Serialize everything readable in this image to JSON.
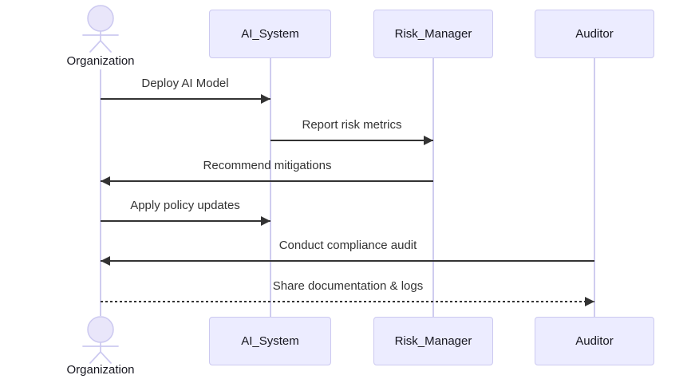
{
  "diagram_type": "sequence-diagram",
  "actors": {
    "organization": {
      "label": "Organization",
      "kind": "actor-stick-figure"
    },
    "ai_system": {
      "label": "AI_System",
      "kind": "participant-box"
    },
    "risk_manager": {
      "label": "Risk_Manager",
      "kind": "participant-box"
    },
    "auditor": {
      "label": "Auditor",
      "kind": "participant-box"
    }
  },
  "messages": [
    {
      "from": "Organization",
      "to": "AI_System",
      "text": "Deploy AI Model",
      "line": "solid",
      "arrow": "right"
    },
    {
      "from": "AI_System",
      "to": "Risk_Manager",
      "text": "Report risk metrics",
      "line": "solid",
      "arrow": "right"
    },
    {
      "from": "Risk_Manager",
      "to": "Organization",
      "text": "Recommend mitigations",
      "line": "solid",
      "arrow": "left"
    },
    {
      "from": "Organization",
      "to": "AI_System",
      "text": "Apply policy updates",
      "line": "solid",
      "arrow": "right"
    },
    {
      "from": "Auditor",
      "to": "Organization",
      "text": "Conduct compliance audit",
      "line": "solid",
      "arrow": "left"
    },
    {
      "from": "Organization",
      "to": "Auditor",
      "text": "Share documentation & logs",
      "line": "dotted",
      "arrow": "right"
    }
  ],
  "colors": {
    "actor_fill": "#ECECFF",
    "actor_border": "#CCC9F0",
    "head_fill": "#E9E6FA",
    "lifeline": "#CFCCEF",
    "line": "#333333",
    "text": "#333333",
    "background": "#FFFFFF"
  }
}
